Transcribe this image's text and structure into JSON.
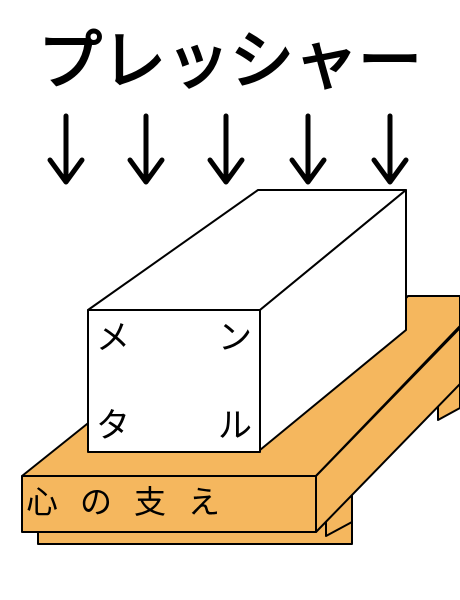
{
  "title": "プレッシャー",
  "box_chars": {
    "top_left": "メ",
    "top_right": "ン",
    "bottom_left": "タ",
    "bottom_right": "ル"
  },
  "support_label": "心の支え",
  "colors": {
    "support_fill": "#f5b75e",
    "stroke": "#000000",
    "box_fill": "#ffffff"
  },
  "arrow_count": 5
}
